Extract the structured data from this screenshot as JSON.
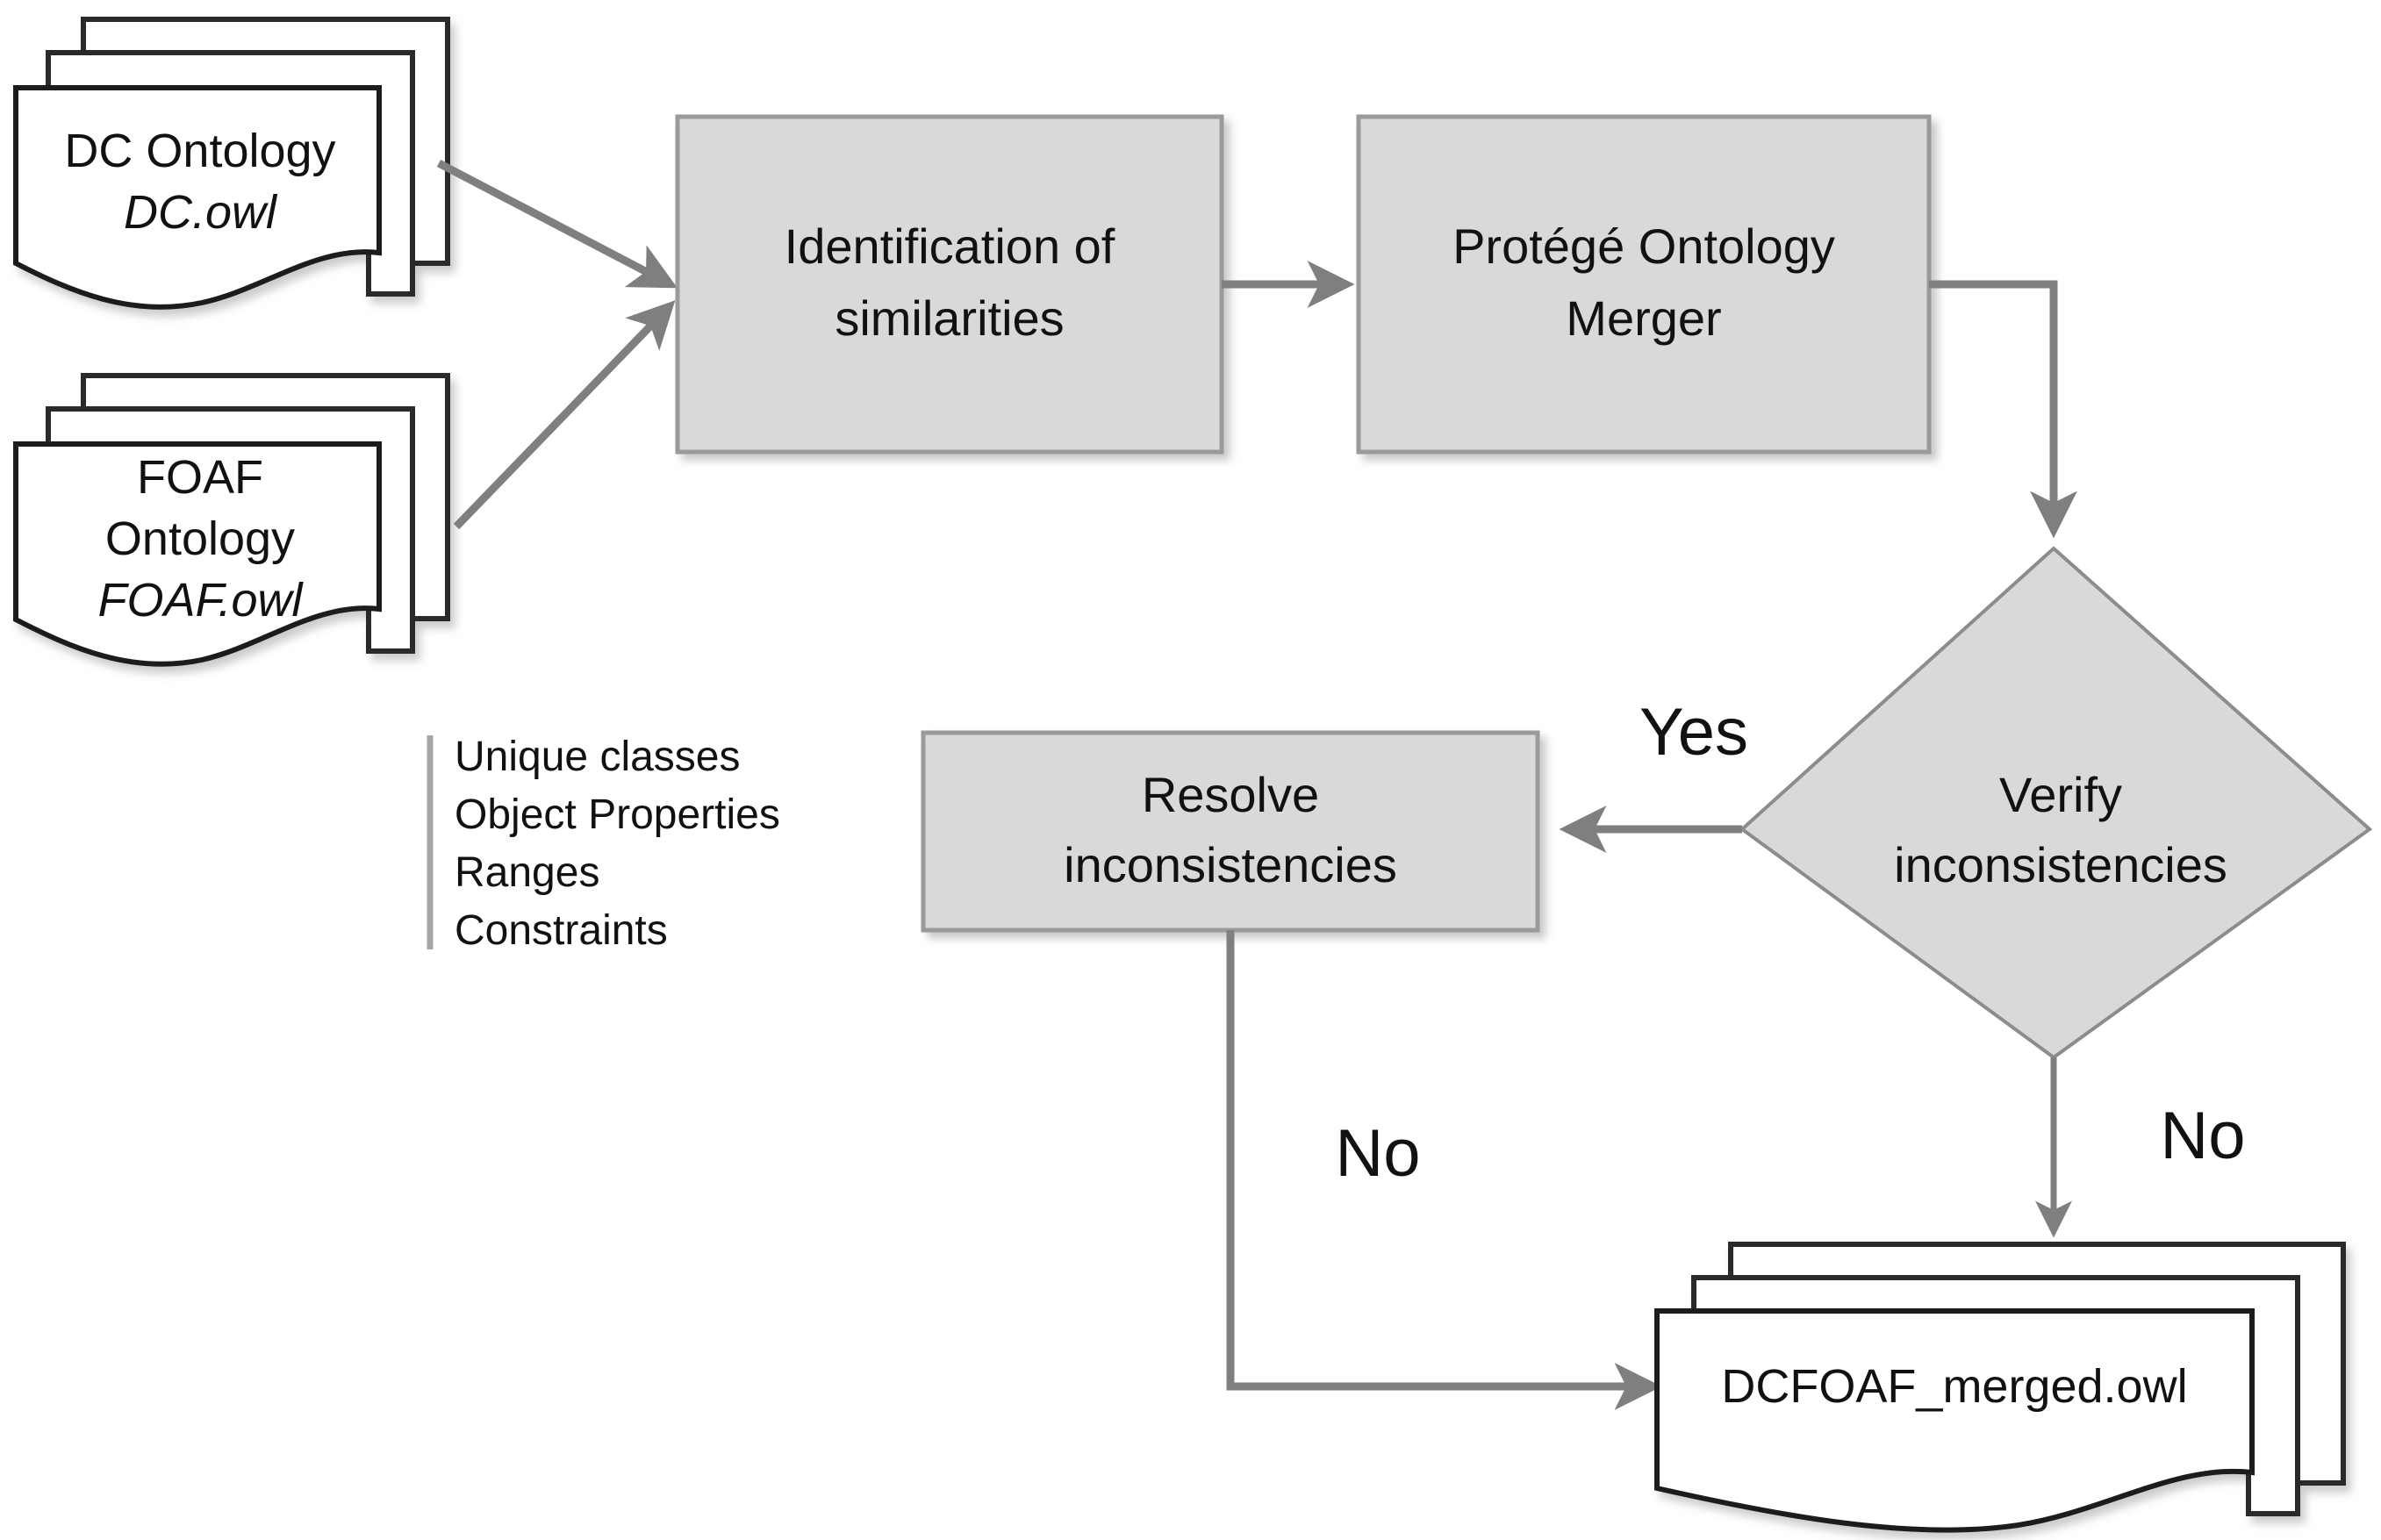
{
  "diagram": {
    "title": "Ontology merging workflow flowchart",
    "colors": {
      "process_fill": "#d9d9d9",
      "process_border": "#9a9a9a",
      "connector": "#7f7f7f",
      "document_border": "#1c1c1c",
      "text": "#111111",
      "background": "#ffffff"
    }
  },
  "inputs": [
    {
      "id": "dc-ontology",
      "lines": [
        "DC Ontology"
      ],
      "file": "DC.owl",
      "shape": "multi-document"
    },
    {
      "id": "foaf-ontology",
      "lines": [
        "FOAF",
        "Ontology"
      ],
      "file": "FOAF.owl",
      "shape": "multi-document"
    }
  ],
  "processes": [
    {
      "id": "identification",
      "lines": [
        "Identification of",
        "similarities"
      ],
      "shape": "rectangle"
    },
    {
      "id": "merger",
      "lines": [
        "Protégé Ontology",
        "Merger"
      ],
      "shape": "rectangle"
    },
    {
      "id": "resolve",
      "lines": [
        "Resolve",
        "inconsistencies"
      ],
      "shape": "rectangle"
    }
  ],
  "decision": {
    "id": "verify",
    "lines": [
      "Verify",
      "inconsistencies"
    ],
    "shape": "diamond"
  },
  "branch_labels": {
    "yes": "Yes",
    "no_left": "No",
    "no_right": "No"
  },
  "annotation": {
    "items": [
      "Unique classes",
      "Object Properties",
      "Ranges",
      "Constraints"
    ]
  },
  "output": {
    "id": "merged-output",
    "label": "DCFOAF_merged.owl",
    "shape": "multi-document"
  }
}
